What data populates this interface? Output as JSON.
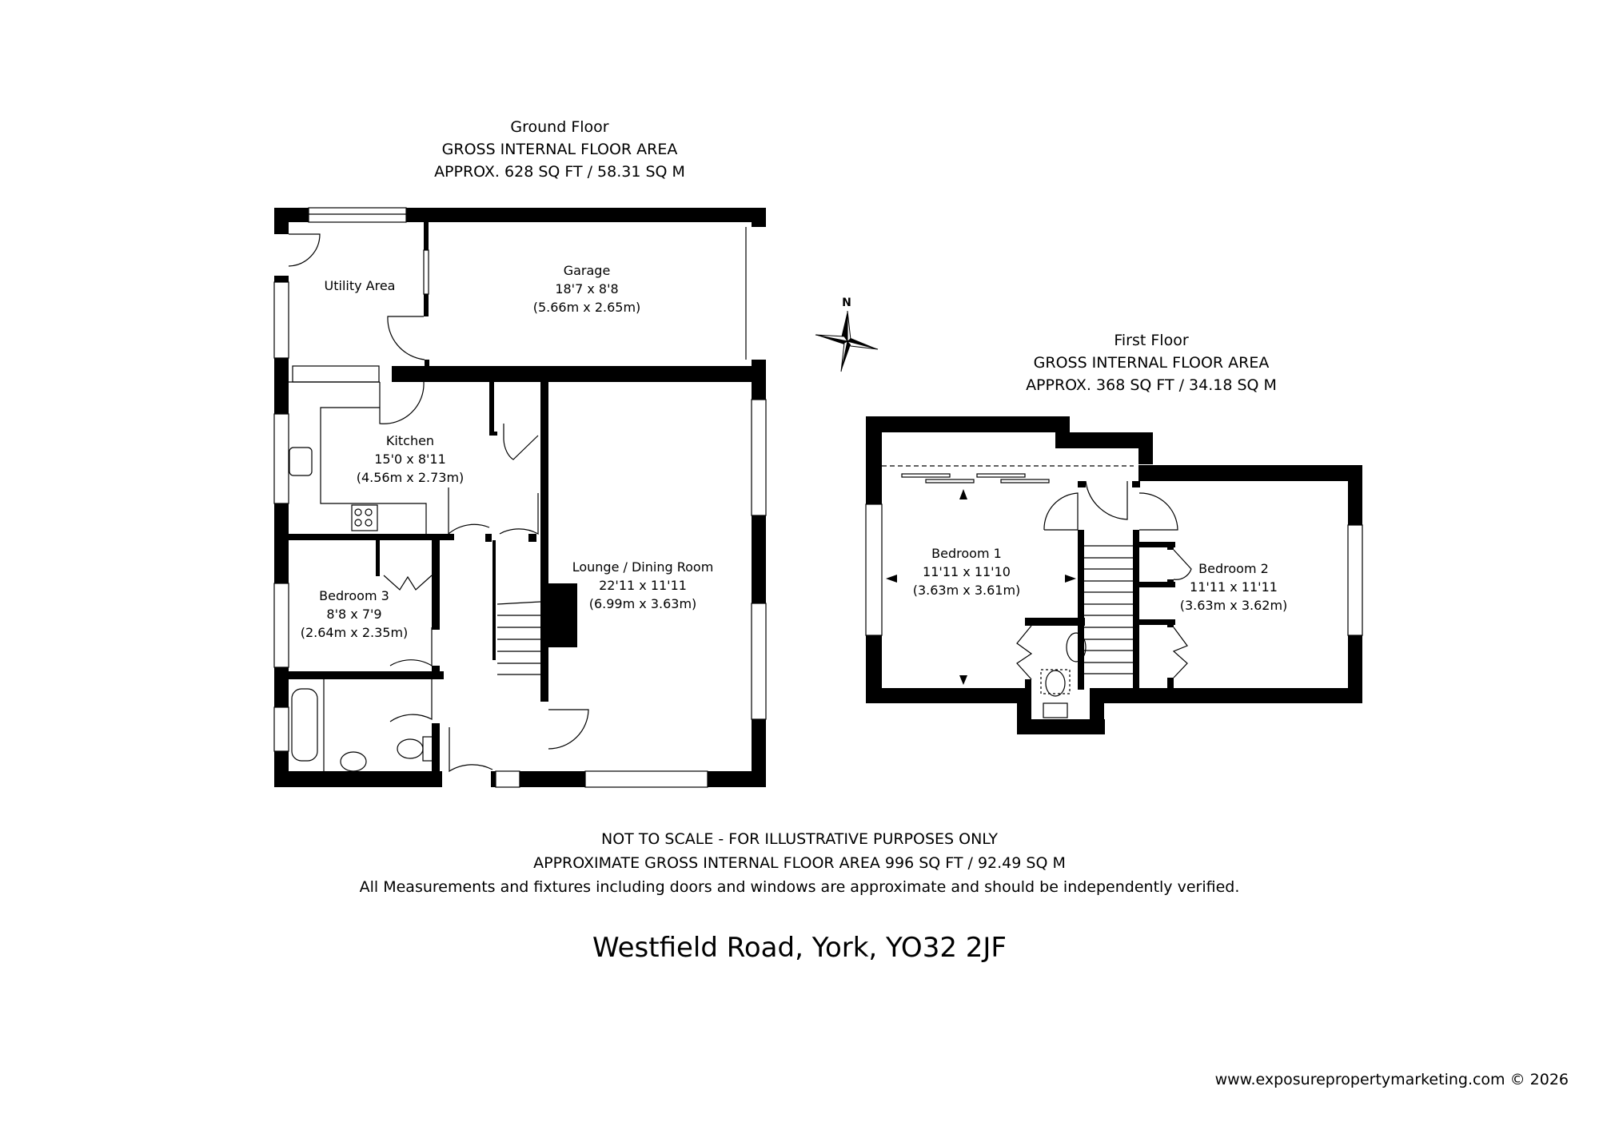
{
  "ground_floor": {
    "title": "Ground Floor",
    "area_label": "GROSS INTERNAL FLOOR AREA",
    "area_value": "APPROX. 628 SQ FT / 58.31 SQ M",
    "rooms": [
      {
        "name": "Utility Area",
        "dims_imperial": "",
        "dims_metric": ""
      },
      {
        "name": "Garage",
        "dims_imperial": "18'7 x 8'8",
        "dims_metric": "(5.66m x 2.65m)"
      },
      {
        "name": "Kitchen",
        "dims_imperial": "15'0 x 8'11",
        "dims_metric": "(4.56m x 2.73m)"
      },
      {
        "name": "Bedroom 3",
        "dims_imperial": "8'8 x 7'9",
        "dims_metric": "(2.64m x 2.35m)"
      },
      {
        "name": "Lounge / Dining Room",
        "dims_imperial": "22'11 x 11'11",
        "dims_metric": "(6.99m x 3.63m)"
      }
    ]
  },
  "first_floor": {
    "title": "First Floor",
    "area_label": "GROSS INTERNAL FLOOR AREA",
    "area_value": "APPROX. 368 SQ FT / 34.18 SQ M",
    "rooms": [
      {
        "name": "Bedroom 1",
        "dims_imperial": "11'11 x 11'10",
        "dims_metric": "(3.63m x 3.61m)"
      },
      {
        "name": "Bedroom 2",
        "dims_imperial": "11'11 x 11'11",
        "dims_metric": "(3.63m x 3.62m)"
      }
    ]
  },
  "compass": {
    "label": "N",
    "icon": "compass-rose-icon"
  },
  "footer": {
    "line1": "NOT TO SCALE - FOR ILLUSTRATIVE PURPOSES ONLY",
    "line2": "APPROXIMATE GROSS INTERNAL FLOOR AREA 996 SQ FT / 92.49 SQ M",
    "line3": "All Measurements and fixtures including doors and windows are approximate and should be independently verified."
  },
  "address": "Westfield Road, York, YO32 2JF",
  "credit": "www.exposurepropertymarketing.com © 2026"
}
